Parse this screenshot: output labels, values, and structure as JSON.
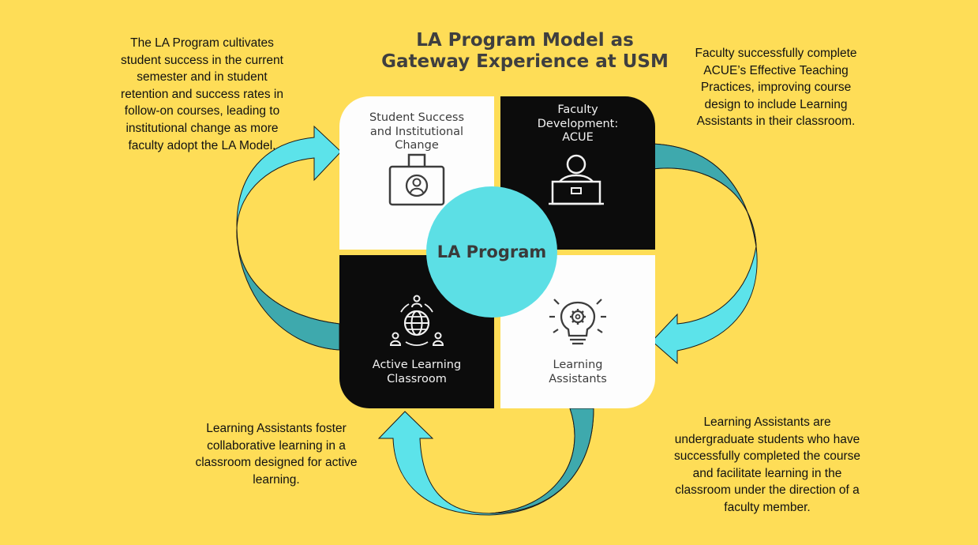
{
  "title": {
    "line1": "LA Program Model as",
    "line2": "Gateway Experience at USM"
  },
  "center_label": "LA Program",
  "quadrants": {
    "top_left": {
      "line1": "Student Success",
      "line2": "and Institutional",
      "line3": "Change",
      "icon": "id-badge-icon"
    },
    "top_right": {
      "line1": "Faculty",
      "line2": "Development:",
      "line3": "ACUE",
      "icon": "person-at-laptop-icon"
    },
    "bottom_left": {
      "line1": "Active Learning",
      "line2": "Classroom",
      "icon": "globe-network-icon"
    },
    "bottom_right": {
      "line1": "Learning",
      "line2": "Assistants",
      "icon": "lightbulb-gear-icon"
    }
  },
  "notes": {
    "top_left": [
      "The LA Program cultivates",
      "student success in the current",
      "semester and in student",
      "retention and success rates in",
      "follow-on courses, leading to",
      "institutional change as more",
      "faculty adopt the LA Model."
    ],
    "top_right": [
      "Faculty successfully complete",
      "ACUE’s Effective Teaching",
      "Practices, improving course",
      "design to include Learning",
      "Assistants in their classroom."
    ],
    "bottom_left": [
      "Learning Assistants foster",
      "collaborative learning in a",
      "classroom designed for active",
      "learning."
    ],
    "bottom_right": [
      "Learning Assistants are",
      "undergraduate students who have",
      "successfully completed the course",
      "and facilitate learning in the",
      "classroom under the direction of a",
      "faculty member."
    ]
  },
  "colors": {
    "background": "#fedd57",
    "arrow_light": "#5ce3ea",
    "arrow_dark": "#3ea9ad",
    "center_circle": "#5cdfe5",
    "dark_tile": "#0c0c0c",
    "light_tile": "#fdfdfd"
  }
}
